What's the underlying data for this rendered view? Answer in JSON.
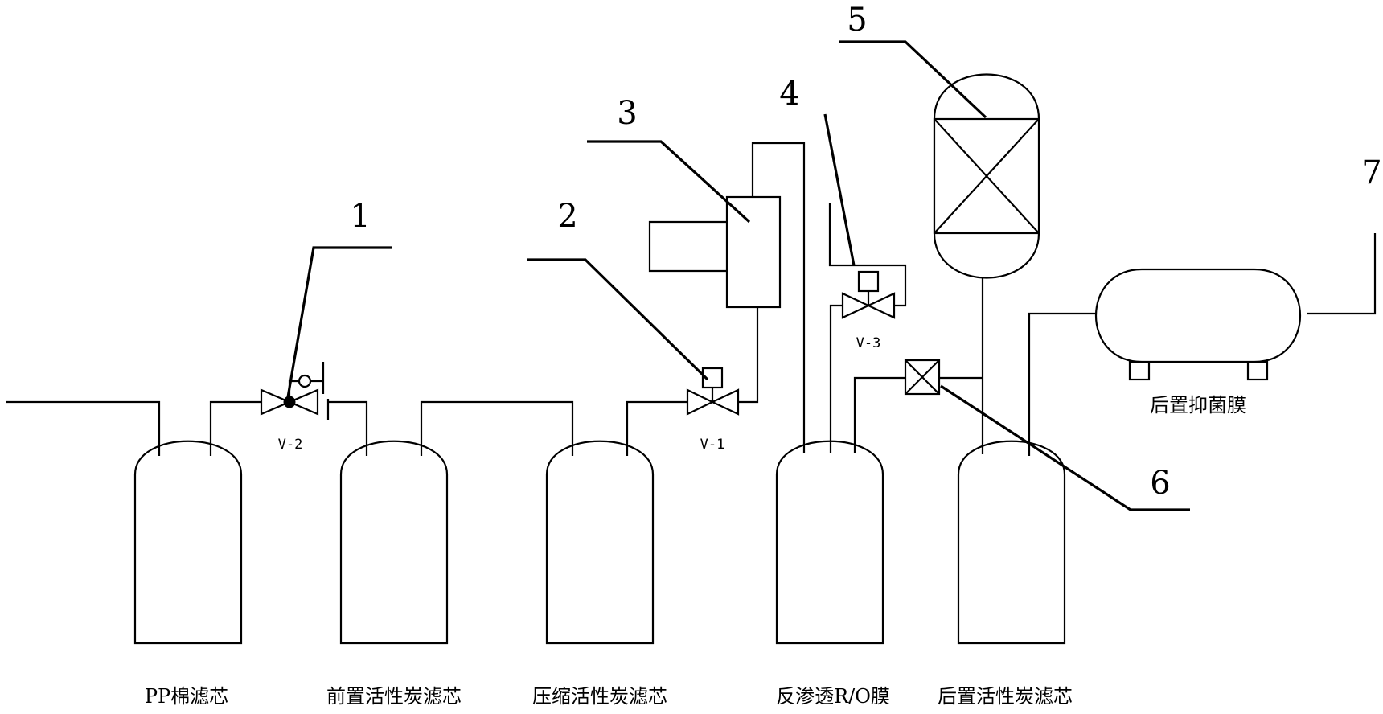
{
  "callouts": [
    "1",
    "2",
    "3",
    "4",
    "5",
    "6",
    "7"
  ],
  "valves": {
    "v1": "V-1",
    "v2": "V-2",
    "v3": "V-3"
  },
  "components": {
    "pp_filter": "PP棉滤芯",
    "pre_carbon": "前置活性炭滤芯",
    "compressed_carbon": "压缩活性炭滤芯",
    "ro_membrane": "反渗透R/O膜",
    "post_carbon": "后置活性炭滤芯",
    "antibacterial_membrane": "后置抑菌膜"
  }
}
